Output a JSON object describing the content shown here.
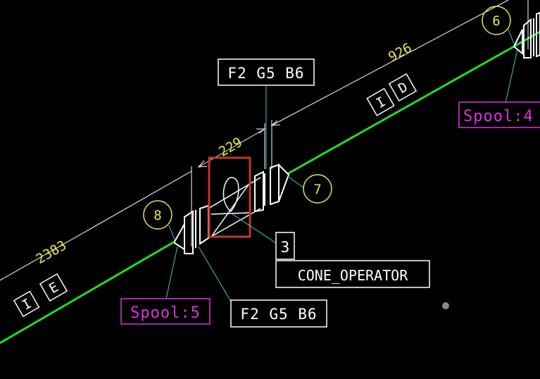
{
  "diagram": {
    "dimensions": {
      "d926": "926",
      "d229": "229",
      "d2383": "2383"
    },
    "tags": {
      "top_spec": "F2 G5 B6",
      "bottom_spec": "F2 G5 B6",
      "component_number": "3",
      "component_name": "CONE_OPERATOR",
      "spool_left": "Spool:5",
      "spool_right": "Spool:4"
    },
    "balloons": {
      "b6": "6",
      "b7": "7",
      "b8": "8"
    },
    "diamond_markers": {
      "left_letter": "E",
      "left_bar": "I",
      "right_letter": "D",
      "right_bar": "I"
    },
    "colors": {
      "background": "#000000",
      "pipe": "#22dd22",
      "dimension_line": "#ffffff",
      "dimension_text": "#e6e64d",
      "leader": "#33cccc",
      "spool_text": "#dd33dd",
      "highlight": "#c0392b"
    }
  }
}
